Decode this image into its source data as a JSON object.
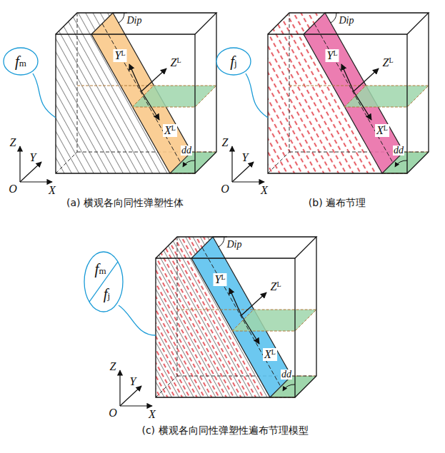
{
  "diagram": {
    "nodes": [
      {
        "text": [
          "fm"
        ]
      },
      {
        "text": [
          "fj"
        ]
      },
      {
        "text": [
          "fm",
          "fj"
        ]
      }
    ],
    "labels": [
      "Dip",
      "YL",
      "ZL",
      "XL",
      "dd",
      "Z",
      "Y",
      "O",
      "X",
      "(a) 横观各向同性弹塑性体",
      "Dip",
      "YL",
      "ZL",
      "XL",
      "dd",
      "Z",
      "Y",
      "O",
      "X",
      "(b) 遍布节理",
      "Dip",
      "YL",
      "ZL",
      "XL",
      "dd",
      "Z",
      "Y",
      "O",
      "X",
      "(c) 横观各向同性弹塑性遍布节理模型"
    ]
  }
}
